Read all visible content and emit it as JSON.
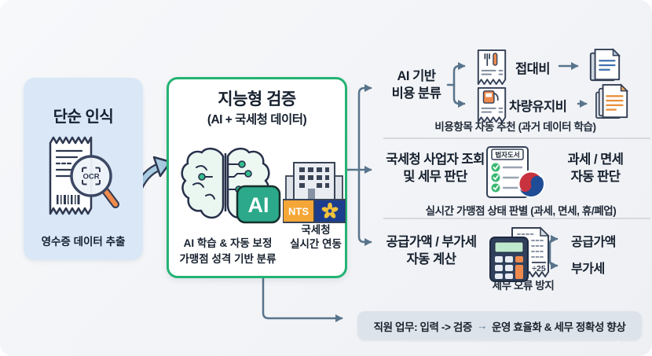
{
  "left_panel": {
    "title": "단순 인식",
    "ocr_label": "OCR",
    "caption": "영수증 데이터 추출"
  },
  "center_panel": {
    "title": "지능형 검증",
    "subtitle": "(AI + 국세청 데이터)",
    "ai_chip_label": "AI",
    "ai_caption_line1": "AI 학습 & 자동 보정",
    "ai_caption_line2": "가맹점 성격 기반 분류",
    "nts_banner_label": "NTS",
    "nts_caption_line1": "국세청",
    "nts_caption_line2": "실시간 연동"
  },
  "branches": [
    {
      "title_line1": "AI 기반",
      "title_line2": "비용 분류",
      "items": [
        {
          "label": "접대비"
        },
        {
          "label": "차량유지비"
        }
      ],
      "caption": "비용항목 자동 추천 (과거 데이터 학습)"
    },
    {
      "title_line1": "국세청 사업자 조회",
      "title_line2": "및 세무 판단",
      "doc_header": "법자도서",
      "result_line1": "과세 / 면세",
      "result_line2": "자동 판단",
      "caption": "실시간 가맹점 상태 판별 (과세, 면세, 휴/폐업)"
    },
    {
      "title_line1": "공급가액 / 부가세",
      "title_line2": "자동 계산",
      "calc_display": "÷25",
      "outputs": [
        "공급가액",
        "부가세"
      ],
      "caption": "세무 오류 방지"
    }
  ],
  "footer": {
    "text_before": "직원 업무: 입력 -> 검증",
    "arrow": "→",
    "text_after": "운영 효율화 & 세무 정확성 향상"
  },
  "colors": {
    "canvas_bg": "#f4f5f8",
    "left_panel_bg": "#d9e7f6",
    "center_border": "#23b373",
    "connector": "#58748c",
    "ai_chip_green": "#2ba98a",
    "nts_orange": "#f4a636",
    "nts_blue": "#1b3d8e",
    "check_green": "#3bb873",
    "taegeuk_red": "#c8323e",
    "taegeuk_blue": "#1f4c96",
    "footer_bg": "#dde3ea"
  }
}
